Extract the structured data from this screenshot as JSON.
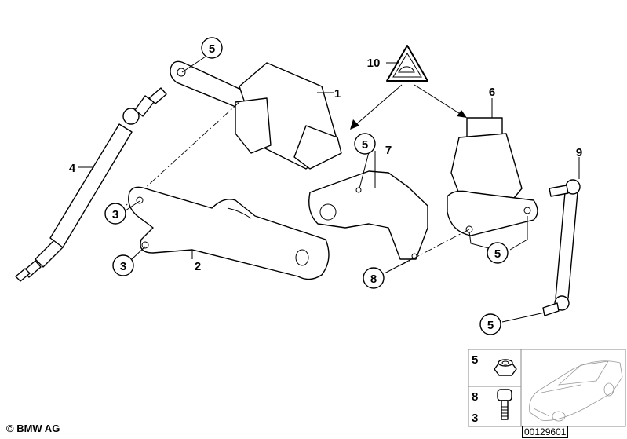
{
  "callouts": {
    "c1": "1",
    "c2": "2",
    "c3a": "3",
    "c3b": "3",
    "c4": "4",
    "c5a": "5",
    "c5b": "5",
    "c5c": "5",
    "c5d": "5",
    "c6": "6",
    "c7": "7",
    "c8": "8",
    "c9": "9",
    "c10": "10"
  },
  "inset": {
    "nut_label": "5",
    "bolt_label_1": "8",
    "bolt_label_2": "3"
  },
  "footer": {
    "copyright": "© BMW AG",
    "diagram_number": "00129601"
  }
}
